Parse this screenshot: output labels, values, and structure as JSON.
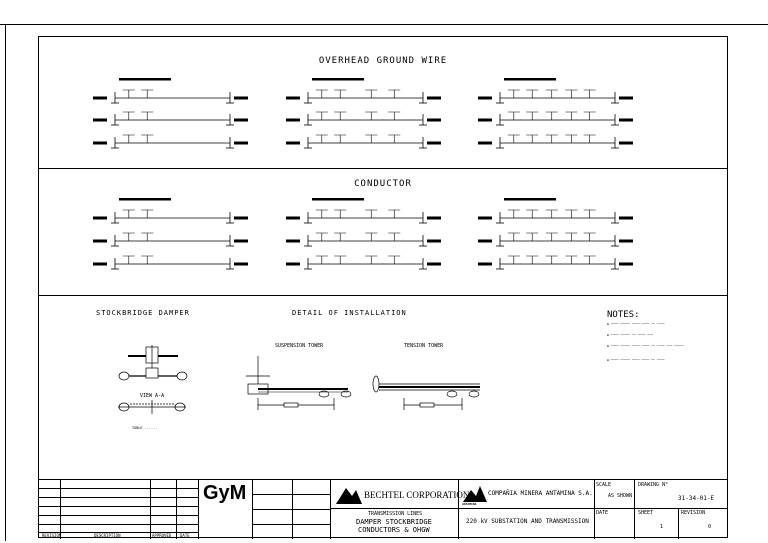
{
  "sections": {
    "overhead": "OVERHEAD GROUND WIRE",
    "conductor": "CONDUCTOR",
    "stockbridge": "STOCKBRIDGE DAMPER",
    "detail": "DETAIL OF INSTALLATION"
  },
  "detail": {
    "suspension_tower": "SUSPENSION TOWER",
    "tension_tower": "TENSION TOWER"
  },
  "damper": {
    "view": "VIEW A-A"
  },
  "notes": {
    "title": "NOTES:"
  },
  "title_block": {
    "logo": "GyM",
    "bechtel": "BECHTEL CORPORATION",
    "antamina": "COMPAÑIA MINERA ANTAMINA S.A.",
    "antamina_short": "ANTAMINA",
    "project": "220 kV SUBSTATION AND TRANSMISSION",
    "title_line1": "TRANSMISSION LINES",
    "title_line2": "DAMPER STOCKBRIDGE",
    "title_line3": "CONDUCTORS & OHGW",
    "scale_label": "SCALE",
    "scale_value": "AS SHOWN",
    "drawing_label": "DRAWING N°",
    "drawing_value": "31-34-01-E",
    "date_label": "DATE",
    "sheet_label": "SHEET",
    "sheet_value": "1",
    "revision_label": "REVISION",
    "revision_value": "0",
    "rev_header": "REVISION",
    "desc_header": "DESCRIPTION",
    "approved_header": "APPROVED",
    "date_header": "DATE"
  }
}
